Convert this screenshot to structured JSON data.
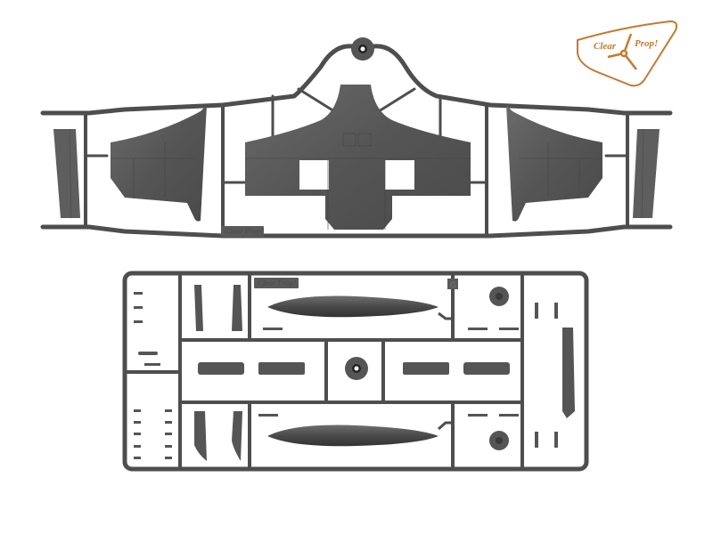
{
  "scene": {
    "description": "Photograph of two grey injection-molded plastic model kit sprues on a white background",
    "background_color": "#ffffff",
    "plastic_color": "#5a5a5a",
    "runner_color": "#4e4e4e"
  },
  "logo": {
    "brand_left": "Clear",
    "brand_right": "Prop!",
    "color": "#c8782e"
  },
  "sprue_top": {
    "label": "Clear Prop!",
    "parts": [
      "lower-wing-center",
      "left-outer-wing",
      "right-outer-wing",
      "left-flap",
      "right-flap",
      "attachment-ring"
    ]
  },
  "sprue_bottom": {
    "label": "Clear Prop!",
    "letter": "G",
    "parts": [
      "drop-tank-top",
      "drop-tank-bottom",
      "wheel-top",
      "wheel-bottom",
      "center-ring",
      "fairing-left-a",
      "fairing-left-b",
      "fairing-right-a",
      "fairing-right-b",
      "strut-panel-right",
      "small-parts"
    ]
  }
}
